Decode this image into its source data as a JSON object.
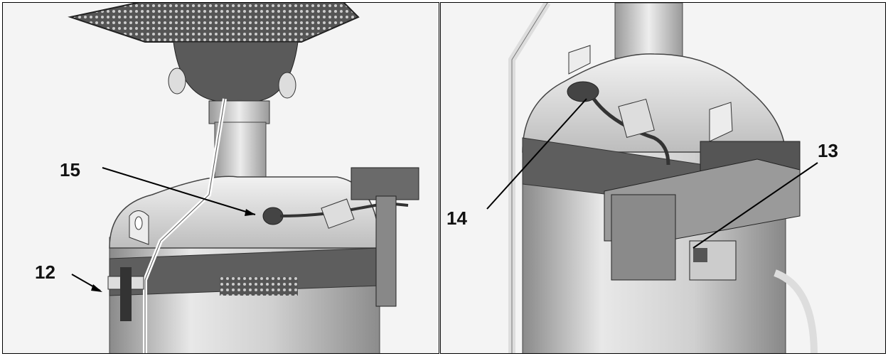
{
  "callouts": {
    "c12": "12",
    "c13": "13",
    "c14": "14",
    "c15": "15"
  },
  "colors": {
    "frame": "#000000",
    "metal_light": "#e6e6e6",
    "metal_mid": "#b5b5b5",
    "metal_dark": "#6f6f6f",
    "band_dark": "#5a5a5a"
  }
}
